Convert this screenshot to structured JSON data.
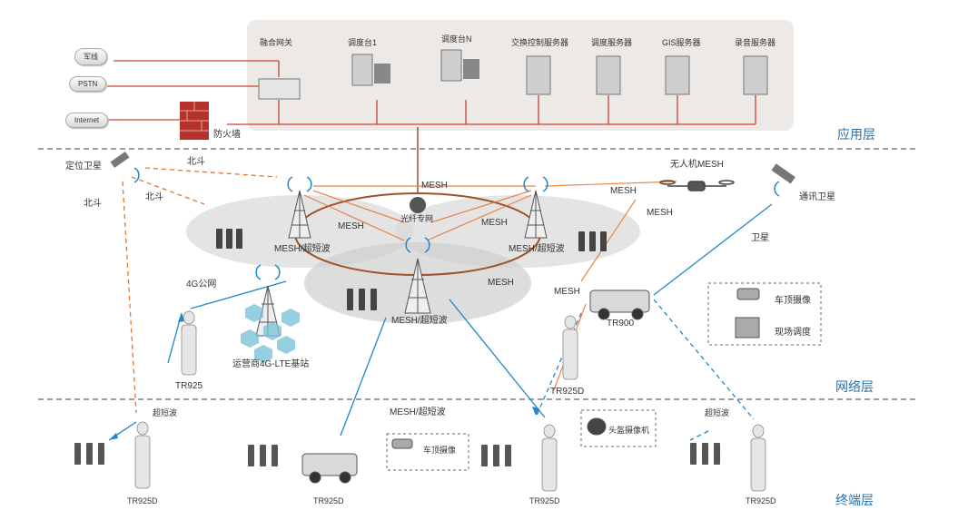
{
  "layers": {
    "app": "应用层",
    "network": "网络层",
    "terminal": "终端层"
  },
  "external": {
    "military": "军线",
    "pstn": "PSTN",
    "internet": "Internet",
    "firewall": "防火墙"
  },
  "servers": [
    "融合网关",
    "调度台1",
    "调度台N",
    "交换控制服务器",
    "调度服务器",
    "GIS服务器",
    "录音服务器"
  ],
  "network": {
    "mesh": "MESH",
    "mesh_sw": "MESH/超短波",
    "fiber": "光纤专网",
    "public_4g": "4G公网",
    "lte": "运营商4G-LTE基站",
    "drone": "无人机MESH",
    "sat_pos": "定位卫星",
    "beidou": "北斗",
    "sat_comm": "通讯卫星",
    "sat": "卫星",
    "roof_cam": "车顶摄像",
    "field_dispatch": "现场调度",
    "tr900": "TR900",
    "tr925": "TR925",
    "tr925d": "TR925D"
  },
  "terminal": {
    "short_wave": "超短波",
    "mesh_sw": "MESH/超短波",
    "roof_cam": "车顶摄像",
    "helmet_cam": "头盔摄像机",
    "tr925d": "TR925D"
  },
  "colors": {
    "orange": "#e8722a",
    "red": "#c9432e",
    "blue": "#1e88c8",
    "brown": "#a0522d"
  }
}
